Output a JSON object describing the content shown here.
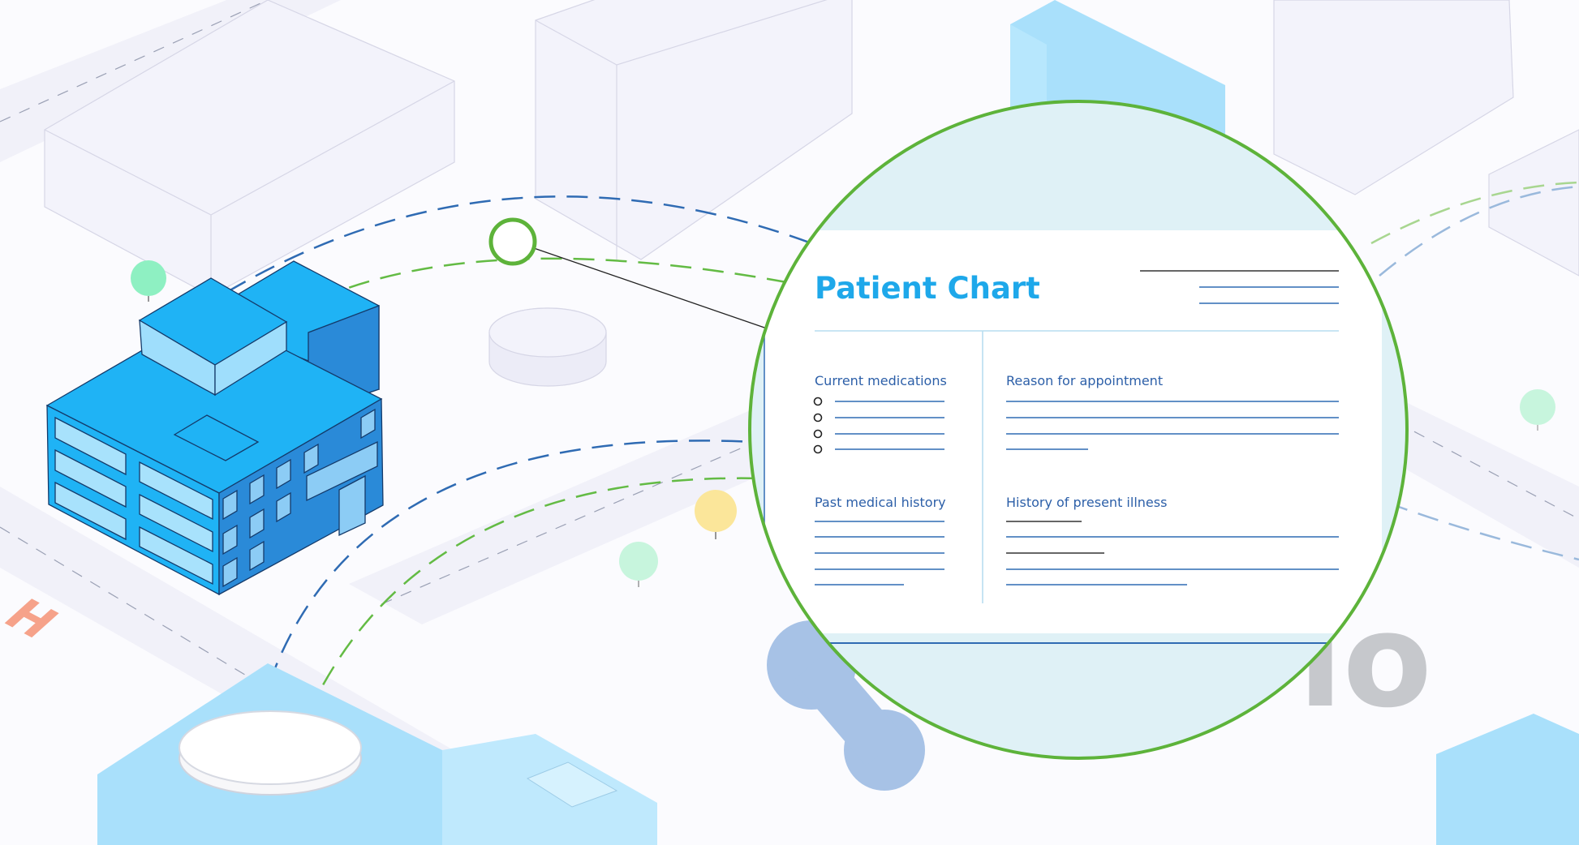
{
  "chart_card": {
    "title": "Patient Chart",
    "sections": {
      "current_medications": "Current medications",
      "reason_for_appointment": "Reason for appointment",
      "past_medical_history": "Past medical history",
      "history_of_present_illness": "History of present illness"
    }
  },
  "helipad": {
    "letter": "H"
  },
  "logo": {
    "text": "io"
  },
  "colors": {
    "accent_green": "#5db33a",
    "title_blue": "#1ea8ea",
    "heading_blue": "#2c5fa8",
    "building_blue": "#1fb3f5"
  }
}
